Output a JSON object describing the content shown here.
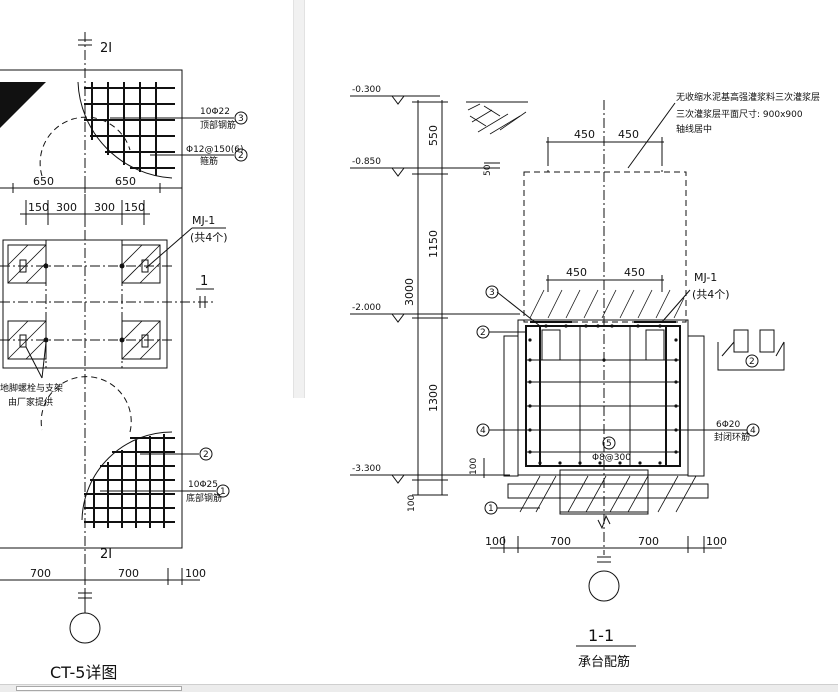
{
  "left_view": {
    "axis_top": "2I",
    "axis_bottom": "2I",
    "rebar_top_top": "10Φ22",
    "rebar_top_top_note": "顶部钢筋",
    "rebar_top_mid": "Φ12@150(6)",
    "rebar_top_mid_note": "箍筋",
    "rebar_bottom": "10Φ25",
    "rebar_bottom_note": "底部钢筋",
    "marker_3": "3",
    "marker_2a": "2",
    "marker_2b": "2",
    "marker_1": "1",
    "dim_650_left": "650",
    "dim_650_right": "650",
    "dim_150_a": "150",
    "dim_300_a": "300",
    "dim_300_b": "300",
    "dim_150_b": "150",
    "mj_label": "MJ-1",
    "mj_count": "(共4个)",
    "section_mark": "1",
    "anchor_note_1": "地脚螺栓与支架",
    "anchor_note_2": "由厂家提供",
    "dim_700_left": "700",
    "dim_700_right": "700",
    "dim_100": "100",
    "caption": "CT-5详图"
  },
  "right_view": {
    "elev_1": "-0.300",
    "elev_2": "-0.850",
    "elev_3": "-2.000",
    "elev_4": "-3.300",
    "dim_550": "550",
    "dim_50": "50",
    "dim_1150": "1150",
    "dim_3000": "3000",
    "dim_1300": "1300",
    "dim_100_v1": "100",
    "dim_100_v2": "100",
    "grout_note_1": "无收缩水泥基高强灌浆料三次灌浆层",
    "grout_note_2": "三次灌浆层平面尺寸: 900x900",
    "grout_note_3": "轴线居中",
    "dim_450_top_l": "450",
    "dim_450_top_r": "450",
    "dim_450_mid_l": "450",
    "dim_450_mid_r": "450",
    "mj_label": "MJ-1",
    "mj_count": "(共4个)",
    "marker_3": "3",
    "marker_2": "2",
    "marker_4_left": "4",
    "marker_4_right": "4",
    "marker_5": "5",
    "marker_1": "1",
    "marker_2_detail": "2",
    "stirrup_label": "Φ8@300",
    "ring_rebar": "6Φ20",
    "ring_rebar_note": "封闭环筋",
    "dim_100_l": "100",
    "dim_700_l": "700",
    "dim_700_r": "700",
    "dim_100_r": "100",
    "section_title": "1-1",
    "section_subtitle": "承台配筋"
  }
}
